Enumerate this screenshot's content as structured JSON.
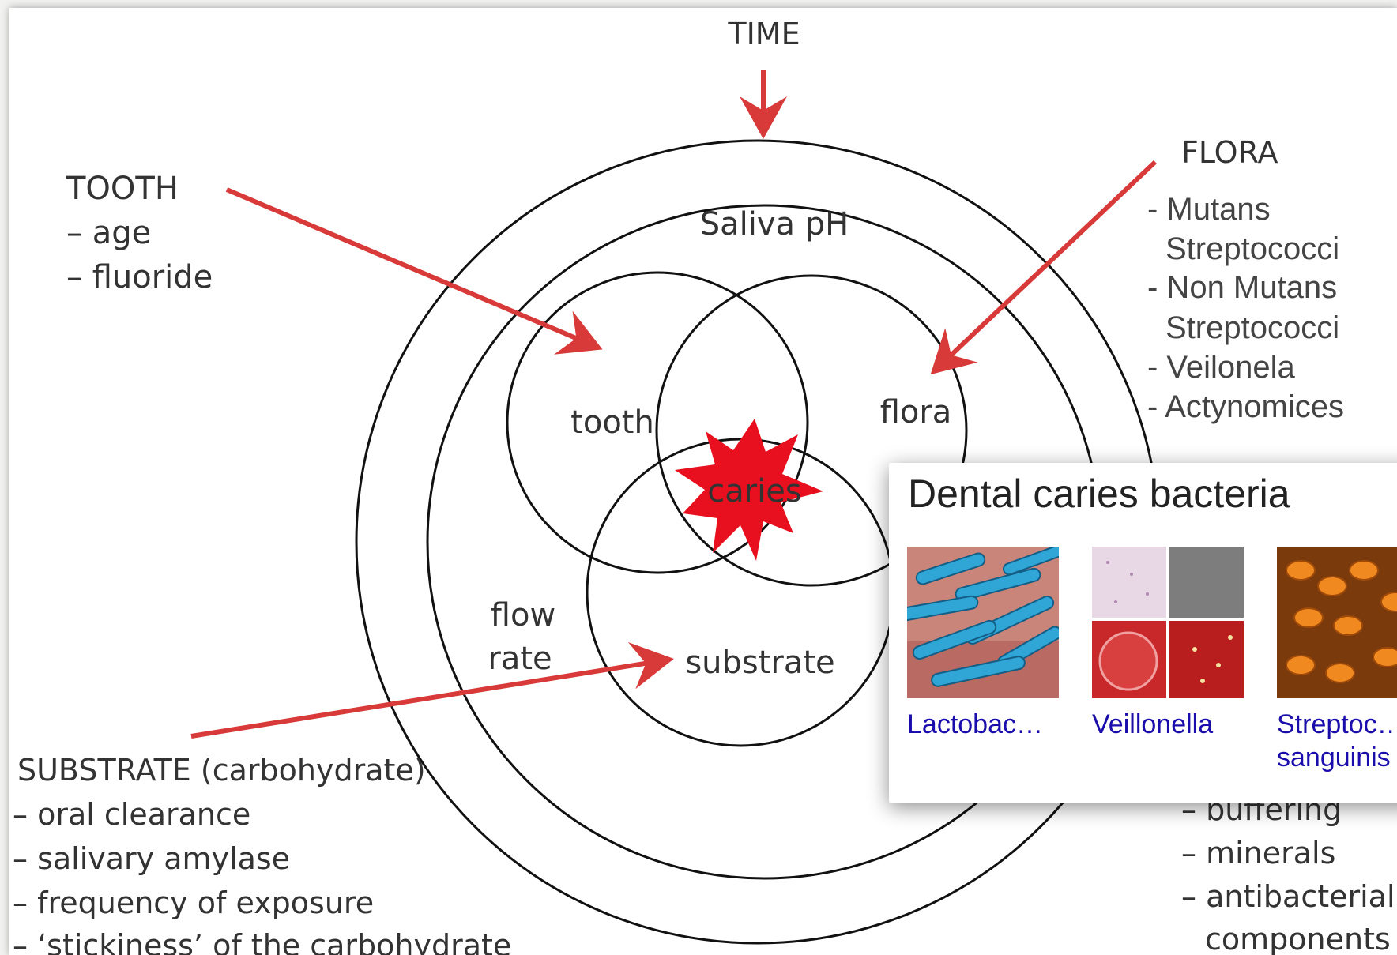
{
  "diagram": {
    "time_label": "TIME",
    "saliva_label": "Saliva pH",
    "inner": {
      "tooth": "tooth",
      "flora": "flora",
      "substrate": "substrate",
      "caries": "caries",
      "flow_rate_line1": "flow",
      "flow_rate_line2": "rate"
    },
    "tooth_factor": {
      "heading": "TOOTH",
      "items": [
        "– age",
        "– fluoride"
      ]
    },
    "flora_factor": {
      "heading": "FLORA",
      "lines": [
        "- Mutans",
        "Streptococci",
        "- Non Mutans",
        "Streptococci",
        "- Veilonela",
        "- Actynomices"
      ]
    },
    "substrate_factor": {
      "heading": "SUBSTRATE (carbohydrate)",
      "items": [
        "– oral clearance",
        "– salivary amylase",
        "– frequency of exposure",
        "– ‘stickiness’ of the carbohydrate"
      ]
    },
    "saliva_factor": {
      "items": [
        "– buffering",
        "– minerals",
        "– antibacterial",
        "components"
      ]
    },
    "colors": {
      "arrow": "#d83a3a",
      "caries_star": "#e8101e",
      "lines": "#111111"
    }
  },
  "popup": {
    "title": "Dental caries bacteria",
    "results": [
      {
        "label": "Lactobac…",
        "icon": "lactobacillus-image"
      },
      {
        "label": "Veillonella",
        "icon": "veillonella-image"
      },
      {
        "label": "Streptoc…",
        "label2": "sanguinis",
        "icon": "streptococcus-image"
      }
    ]
  }
}
